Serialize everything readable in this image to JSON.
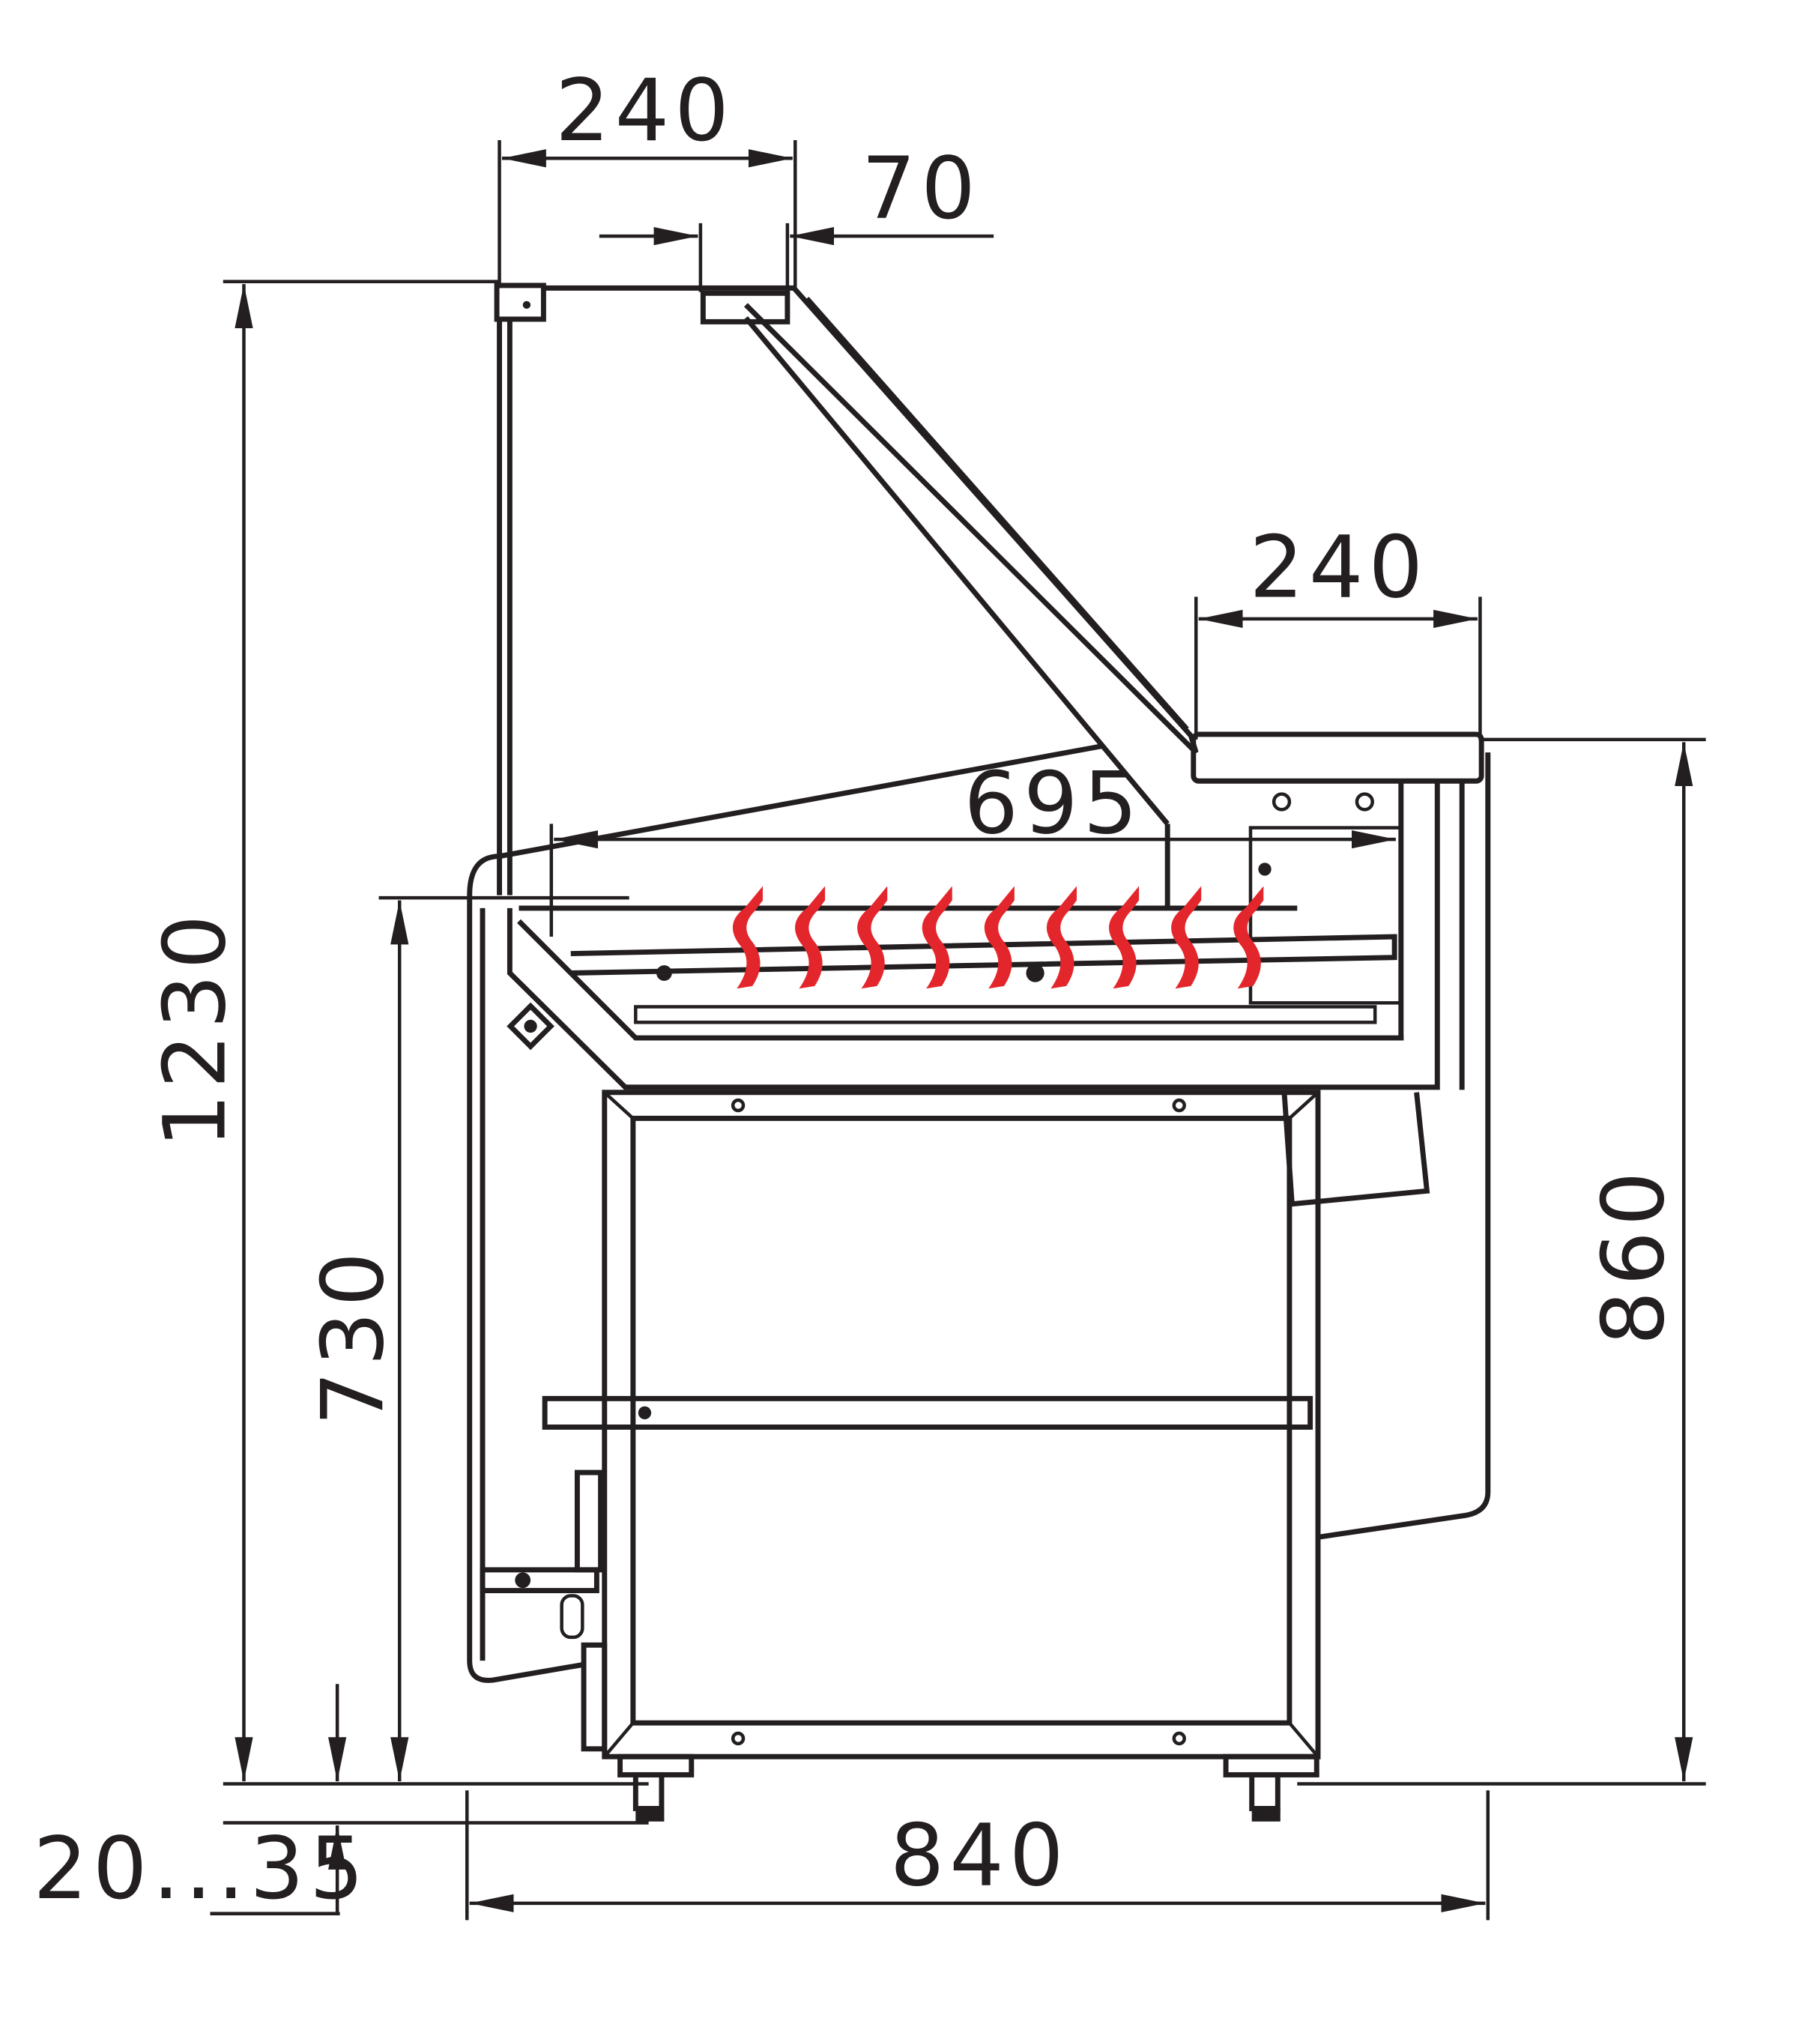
{
  "title": "Heated display counter side section",
  "dimensions": {
    "top_glass_depth": "240",
    "top_glass_offset": "70",
    "top_shelf_depth": "240",
    "display_depth": "695",
    "total_height": "1230",
    "counter_height": "730",
    "rear_height": "860",
    "total_depth": "840",
    "foot_adjustment": "20...35"
  },
  "colors": {
    "line": "#231f20",
    "heat": "#e3262b"
  },
  "heat_icon_count": 9
}
